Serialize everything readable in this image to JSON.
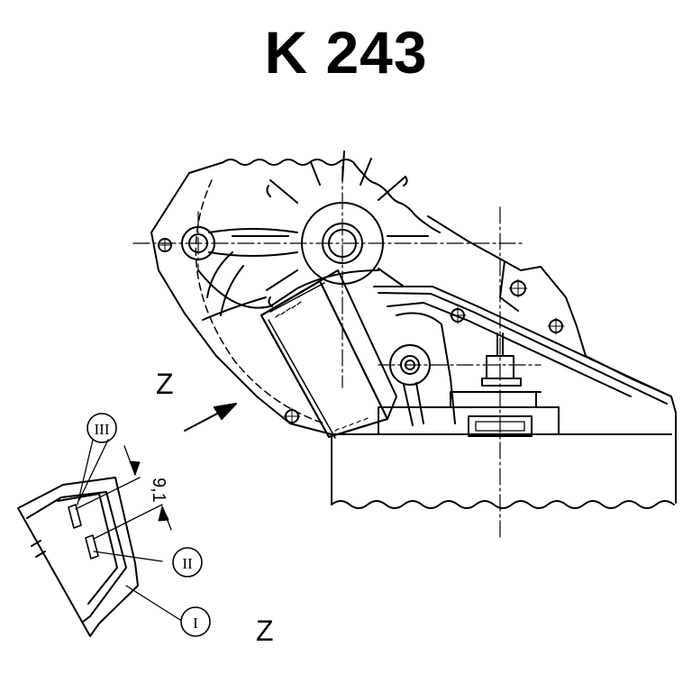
{
  "title": "K 243",
  "view_labels": {
    "arrow_label": "Z",
    "detail_label": "Z"
  },
  "callouts": [
    {
      "id": "III",
      "text": "III"
    },
    {
      "id": "II",
      "text": "II"
    },
    {
      "id": "I",
      "text": "I"
    }
  ],
  "dimension": {
    "text": "9,1"
  },
  "colors": {
    "ink": "#000000",
    "paper": "#ffffff"
  }
}
